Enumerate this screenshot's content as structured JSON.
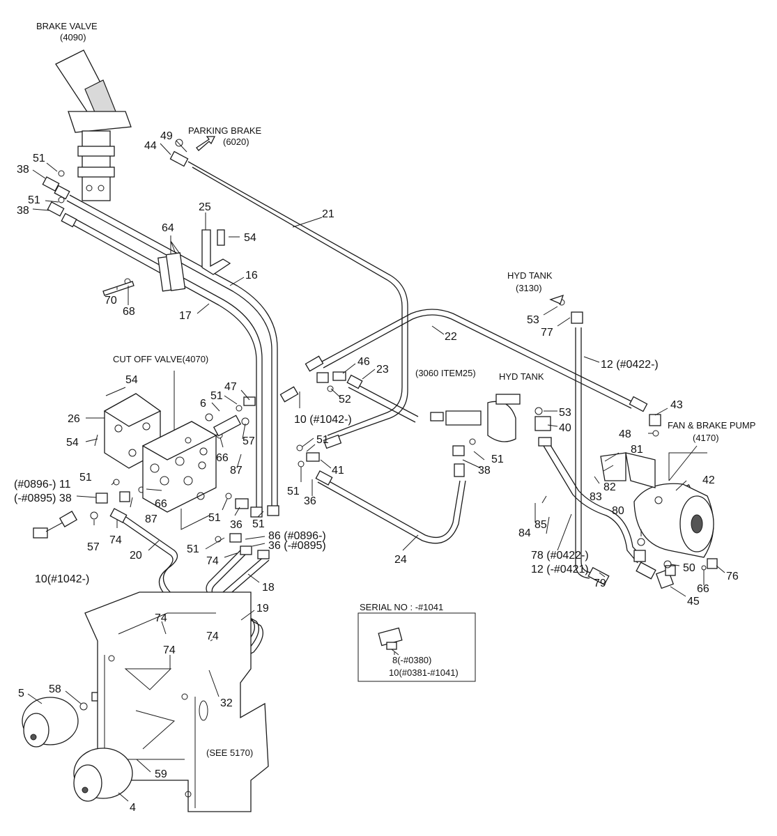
{
  "callouts": {
    "brake_valve": "BRAKE VALVE",
    "brake_valve_ref": "(4090)",
    "parking_brake": "PARKING BRAKE",
    "parking_brake_ref": "(6020)",
    "cut_off_valve": "CUT OFF VALVE(4070)",
    "hyd_tank_upper": "HYD TANK",
    "hyd_tank_upper_ref": "(3130)",
    "hyd_tank_lower": "HYD TANK",
    "item_ref_3060": "(3060 ITEM25)",
    "fan_brake_pump": "FAN & BRAKE PUMP",
    "fan_brake_pump_ref": "(4170)",
    "see_5170": "(SEE 5170)",
    "serial_title": "SERIAL NO : -#1041",
    "serial_part_8": "8(-#0380)",
    "serial_part_10": "10(#0381-#1041)"
  },
  "part_numbers": {
    "n49": "49",
    "n44": "44",
    "n51a": "51",
    "n38a": "38",
    "n51b": "51",
    "n38b": "38",
    "n25": "25",
    "n64": "64",
    "n54a": "54",
    "n21": "21",
    "n16": "16",
    "n70": "70",
    "n68": "68",
    "n17": "17",
    "n53a": "53",
    "n77": "77",
    "n22": "22",
    "n12a": "12 (#0422-)",
    "n46": "46",
    "n23": "23",
    "n47": "47",
    "n54b": "54",
    "n6": "6",
    "n51c": "51",
    "n52": "52",
    "n10a": "10 (#1042-)",
    "n57a": "57",
    "n87a": "87",
    "n66a": "66",
    "n26": "26",
    "n54c": "54",
    "n51d": "51",
    "n41": "41",
    "n53b": "53",
    "n40": "40",
    "n43": "43",
    "n48": "48",
    "n51e": "51",
    "n38c": "38",
    "n51f": "51",
    "n36a": "36",
    "n81": "81",
    "n82": "82",
    "n83": "83",
    "n42": "42",
    "n51g": "51",
    "n66b": "66",
    "n11": "(#0896-) 11",
    "n38d": "(-#0895) 38",
    "n87b": "87",
    "n51h": "51",
    "n36b": "36",
    "n51i": "51",
    "n57b": "57",
    "n74a": "74",
    "n86": "86 (#0896-)",
    "n36c": "36 (-#0895)",
    "n51j": "51",
    "n74b": "74",
    "n24": "24",
    "n84": "84",
    "n85": "85",
    "n80": "80",
    "n78": "78 (#0422-)",
    "n12b": "12 (-#0421)",
    "n50": "50",
    "n76": "76",
    "n79": "79",
    "n66c": "66",
    "n45": "45",
    "n20": "20",
    "n18": "18",
    "n10b": "10(#1042-)",
    "n19": "19",
    "n74c": "74",
    "n74d": "74",
    "n74e": "74",
    "n5": "5",
    "n58": "58",
    "n32": "32",
    "n59": "59",
    "n4": "4"
  }
}
